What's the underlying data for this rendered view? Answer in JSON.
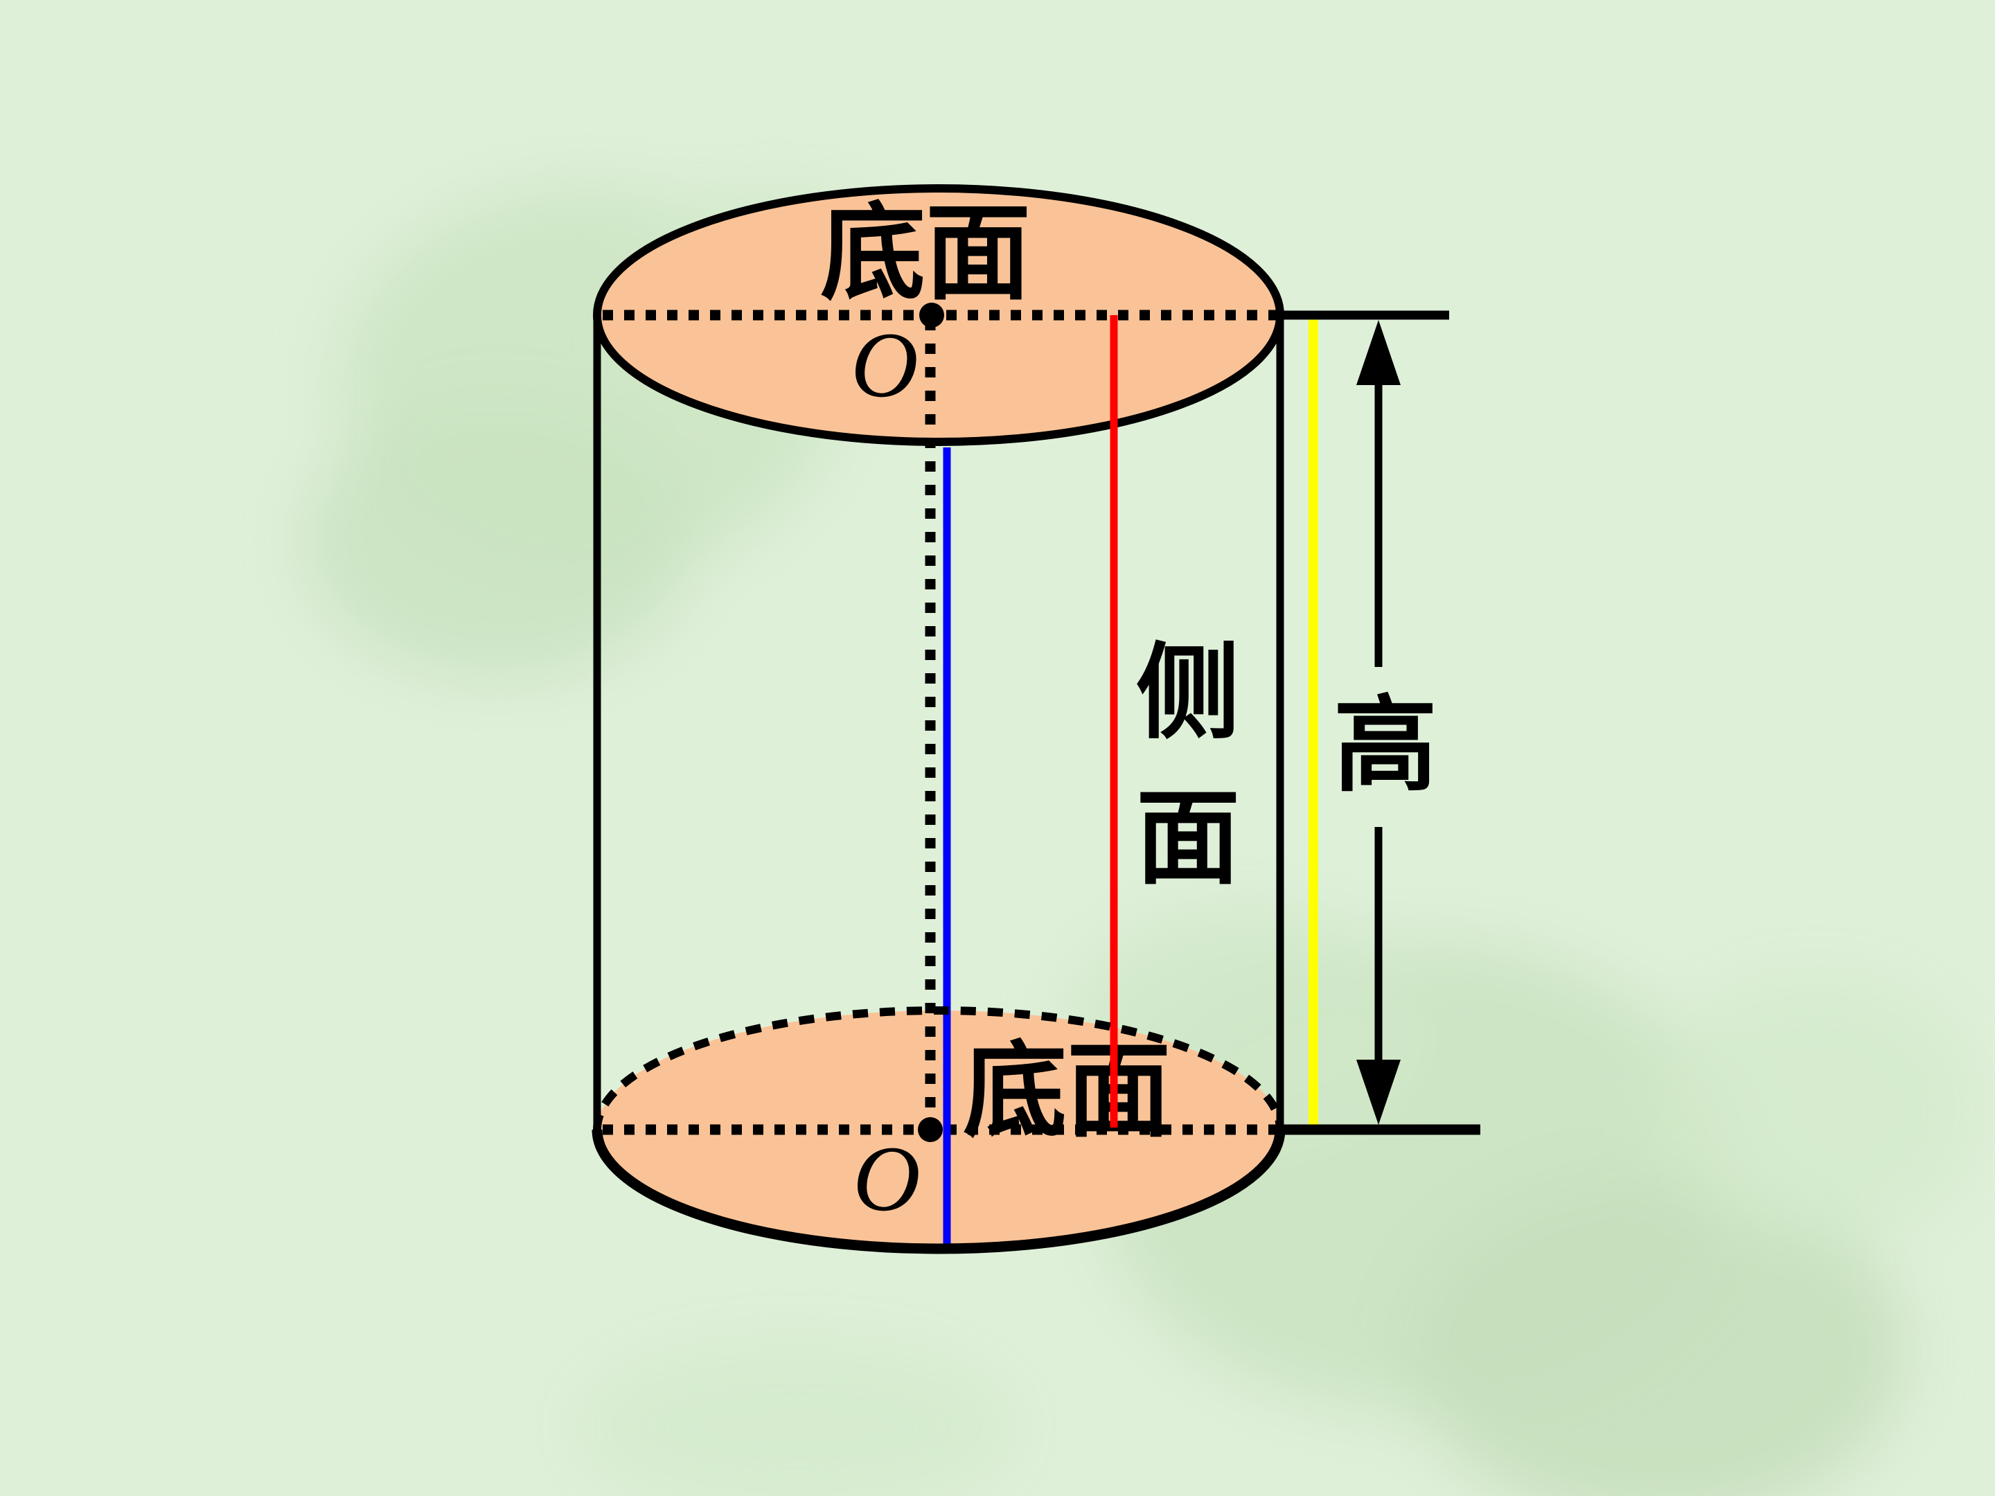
{
  "labels": {
    "top_base": "底面",
    "bottom_base": "底面",
    "lateral": {
      "char1": "侧",
      "char2": "面"
    },
    "height": "高",
    "top_center": "O",
    "bottom_center": "O"
  },
  "colors": {
    "background": "#dff0d9",
    "base_fill": "#fac397",
    "outline": "#000000",
    "axis_line": "#0000ff",
    "generatrix_line": "#ff0000",
    "height_line": "#ffff00"
  }
}
